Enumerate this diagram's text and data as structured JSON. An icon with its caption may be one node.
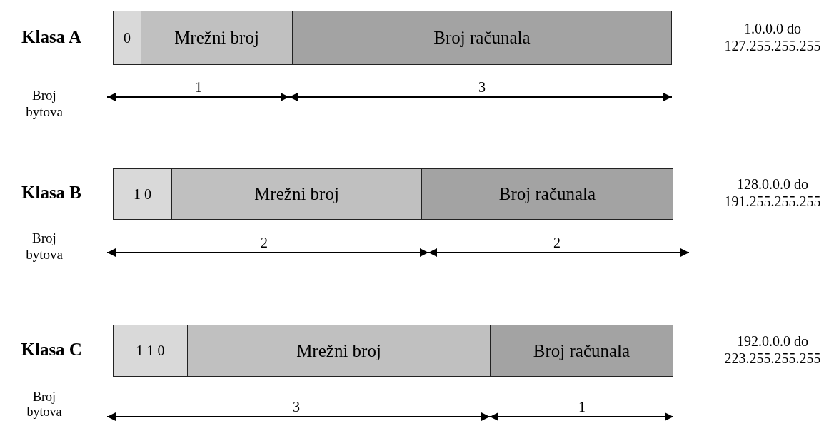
{
  "diagram": {
    "nodes": [
      {
        "text": [
          "0"
        ]
      },
      {
        "text": [
          "Mrežni broj"
        ]
      },
      {
        "text": [
          "Broj računala"
        ]
      },
      {
        "text": [
          "1 0"
        ]
      },
      {
        "text": [
          "Mrežni broj"
        ]
      },
      {
        "text": [
          "Broj računala"
        ]
      },
      {
        "text": [
          "1 1 0"
        ]
      },
      {
        "text": [
          "Mrežni broj"
        ]
      },
      {
        "text": [
          "Broj računala"
        ]
      }
    ],
    "edges": [],
    "labels": [
      "Klasa A",
      "1.0.0.0 do 127.255.255.255",
      "Broj bytova",
      "1",
      "3",
      "Klasa B",
      "128.0.0.0 do 191.255.255.255",
      "Broj bytova",
      "2",
      "2",
      "Klasa C",
      "192.0.0.0 do 223.255.255.255",
      "Broj bytova",
      "3",
      "1"
    ]
  }
}
